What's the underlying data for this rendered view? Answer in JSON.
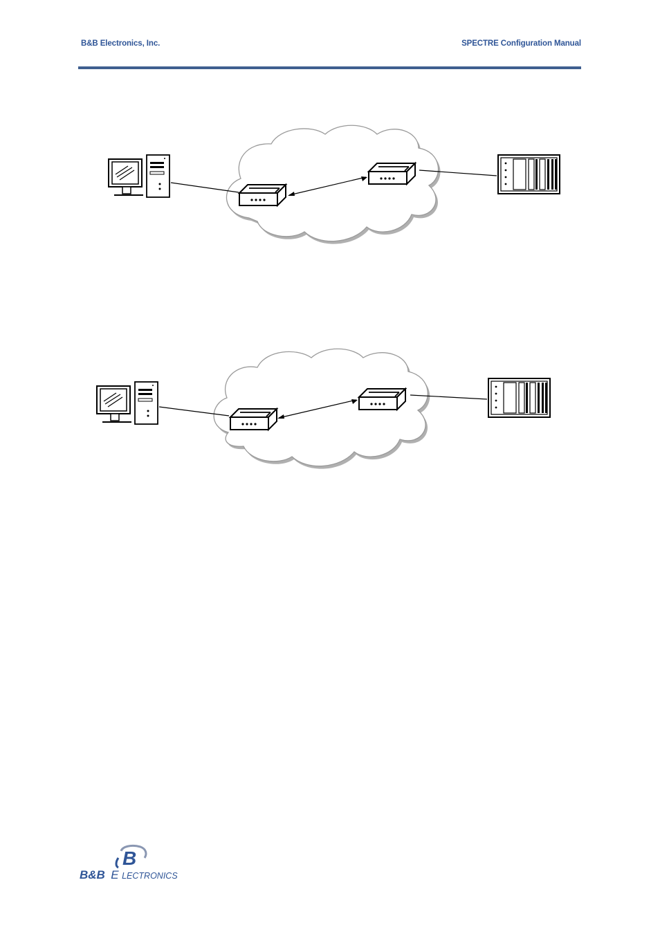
{
  "header": {
    "company": "B&B Electronics, Inc.",
    "manual_title": "SPECTRE Configuration Manual"
  },
  "logo": {
    "letter": "B",
    "wordmark_bb": "B&B",
    "wordmark_e": "E",
    "wordmark_rest": "LECTRONICS",
    "color": "#2f5597"
  },
  "colors": {
    "accent": "#3f5f8f",
    "line": "#000000"
  }
}
